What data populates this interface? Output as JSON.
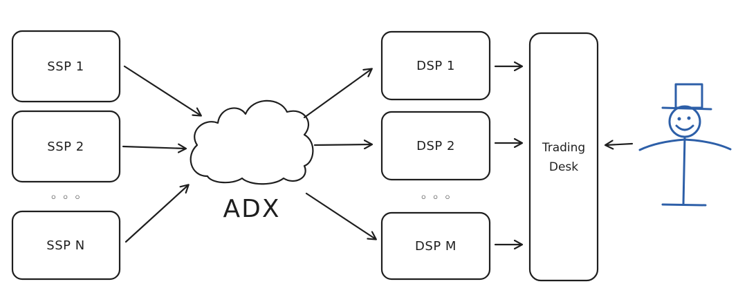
{
  "diagram": {
    "ssp_boxes": [
      {
        "label": "SSP 1"
      },
      {
        "label": "SSP 2"
      },
      {
        "label": "SSP N"
      }
    ],
    "ssp_ellipsis": "◦ ◦ ◦",
    "exchange": {
      "label": "ADX"
    },
    "dsp_boxes": [
      {
        "label": "DSP 1"
      },
      {
        "label": "DSP 2"
      },
      {
        "label": "DSP M"
      }
    ],
    "dsp_ellipsis": "◦ ◦ ◦",
    "trading_desk": {
      "line1": "Trading",
      "line2": "Desk"
    },
    "colors": {
      "ssp_fill": "#f8cbcb",
      "dsp_fill": "#c3efc6",
      "cloud_fill": "#a9d4f7",
      "desk_fill": "#a9d4f7",
      "stroke": "#1e1e1e",
      "person": "#2d5fa8"
    },
    "icons": [
      "cloud-icon",
      "person-with-top-hat-icon"
    ]
  }
}
